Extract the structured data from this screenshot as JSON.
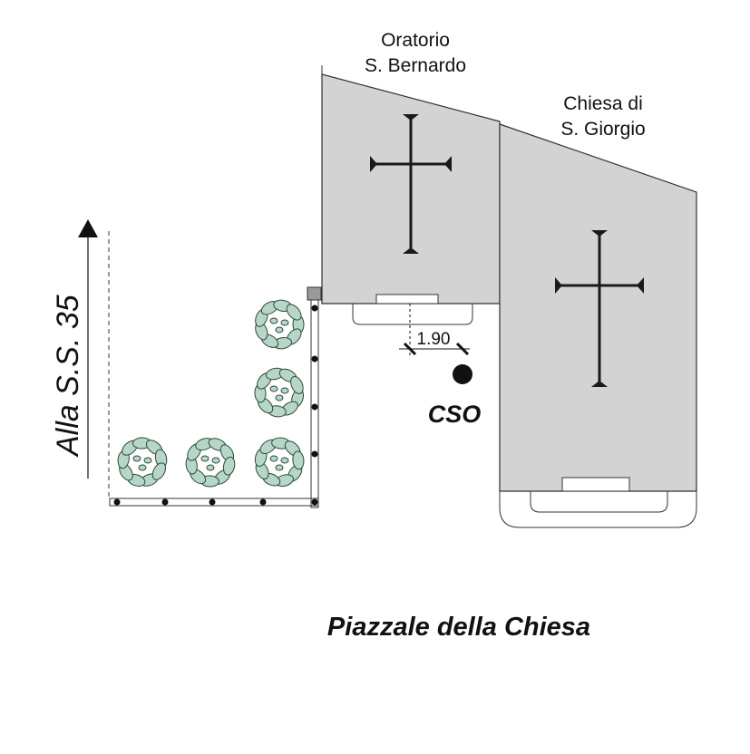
{
  "labels": {
    "oratorio_line1": "Oratorio",
    "oratorio_line2": "S. Bernardo",
    "chiesa_line1": "Chiesa di",
    "chiesa_line2": "S. Giorgio",
    "road": "Alla S.S. 35",
    "dimension": "1.90",
    "point": "CSO",
    "square": "Piazzale della Chiesa"
  },
  "colors": {
    "building_fill": "#d3d3d3",
    "outline": "#333333",
    "cross": "#1a1a1a",
    "shrub_fill": "#b7d6c8",
    "shrub_stroke": "#2a4a3a",
    "marker": "#111111"
  },
  "icons": {
    "cross": "latin-cross-icon",
    "shrub": "shrub-icon",
    "arrow": "arrow-up-icon",
    "point": "filled-circle-icon"
  }
}
